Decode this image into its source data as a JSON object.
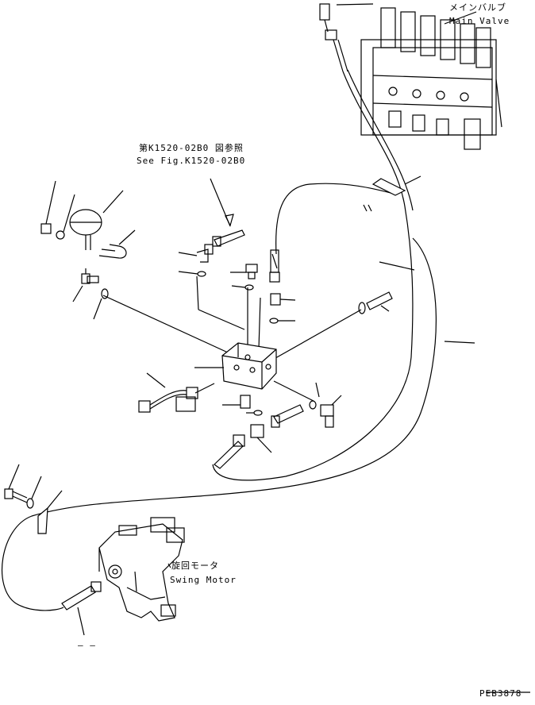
{
  "labels": {
    "main_valve_jp": "メインバルブ",
    "main_valve_en": "Main Valve",
    "see_fig_jp": "第K1520-02B0 図参照",
    "see_fig_en": "See Fig.K1520-02B0",
    "swing_motor_jp": "旋回モータ",
    "swing_motor_en": "Swing Motor",
    "dash_mark": "– –",
    "drawing_number": "PEB3878"
  }
}
